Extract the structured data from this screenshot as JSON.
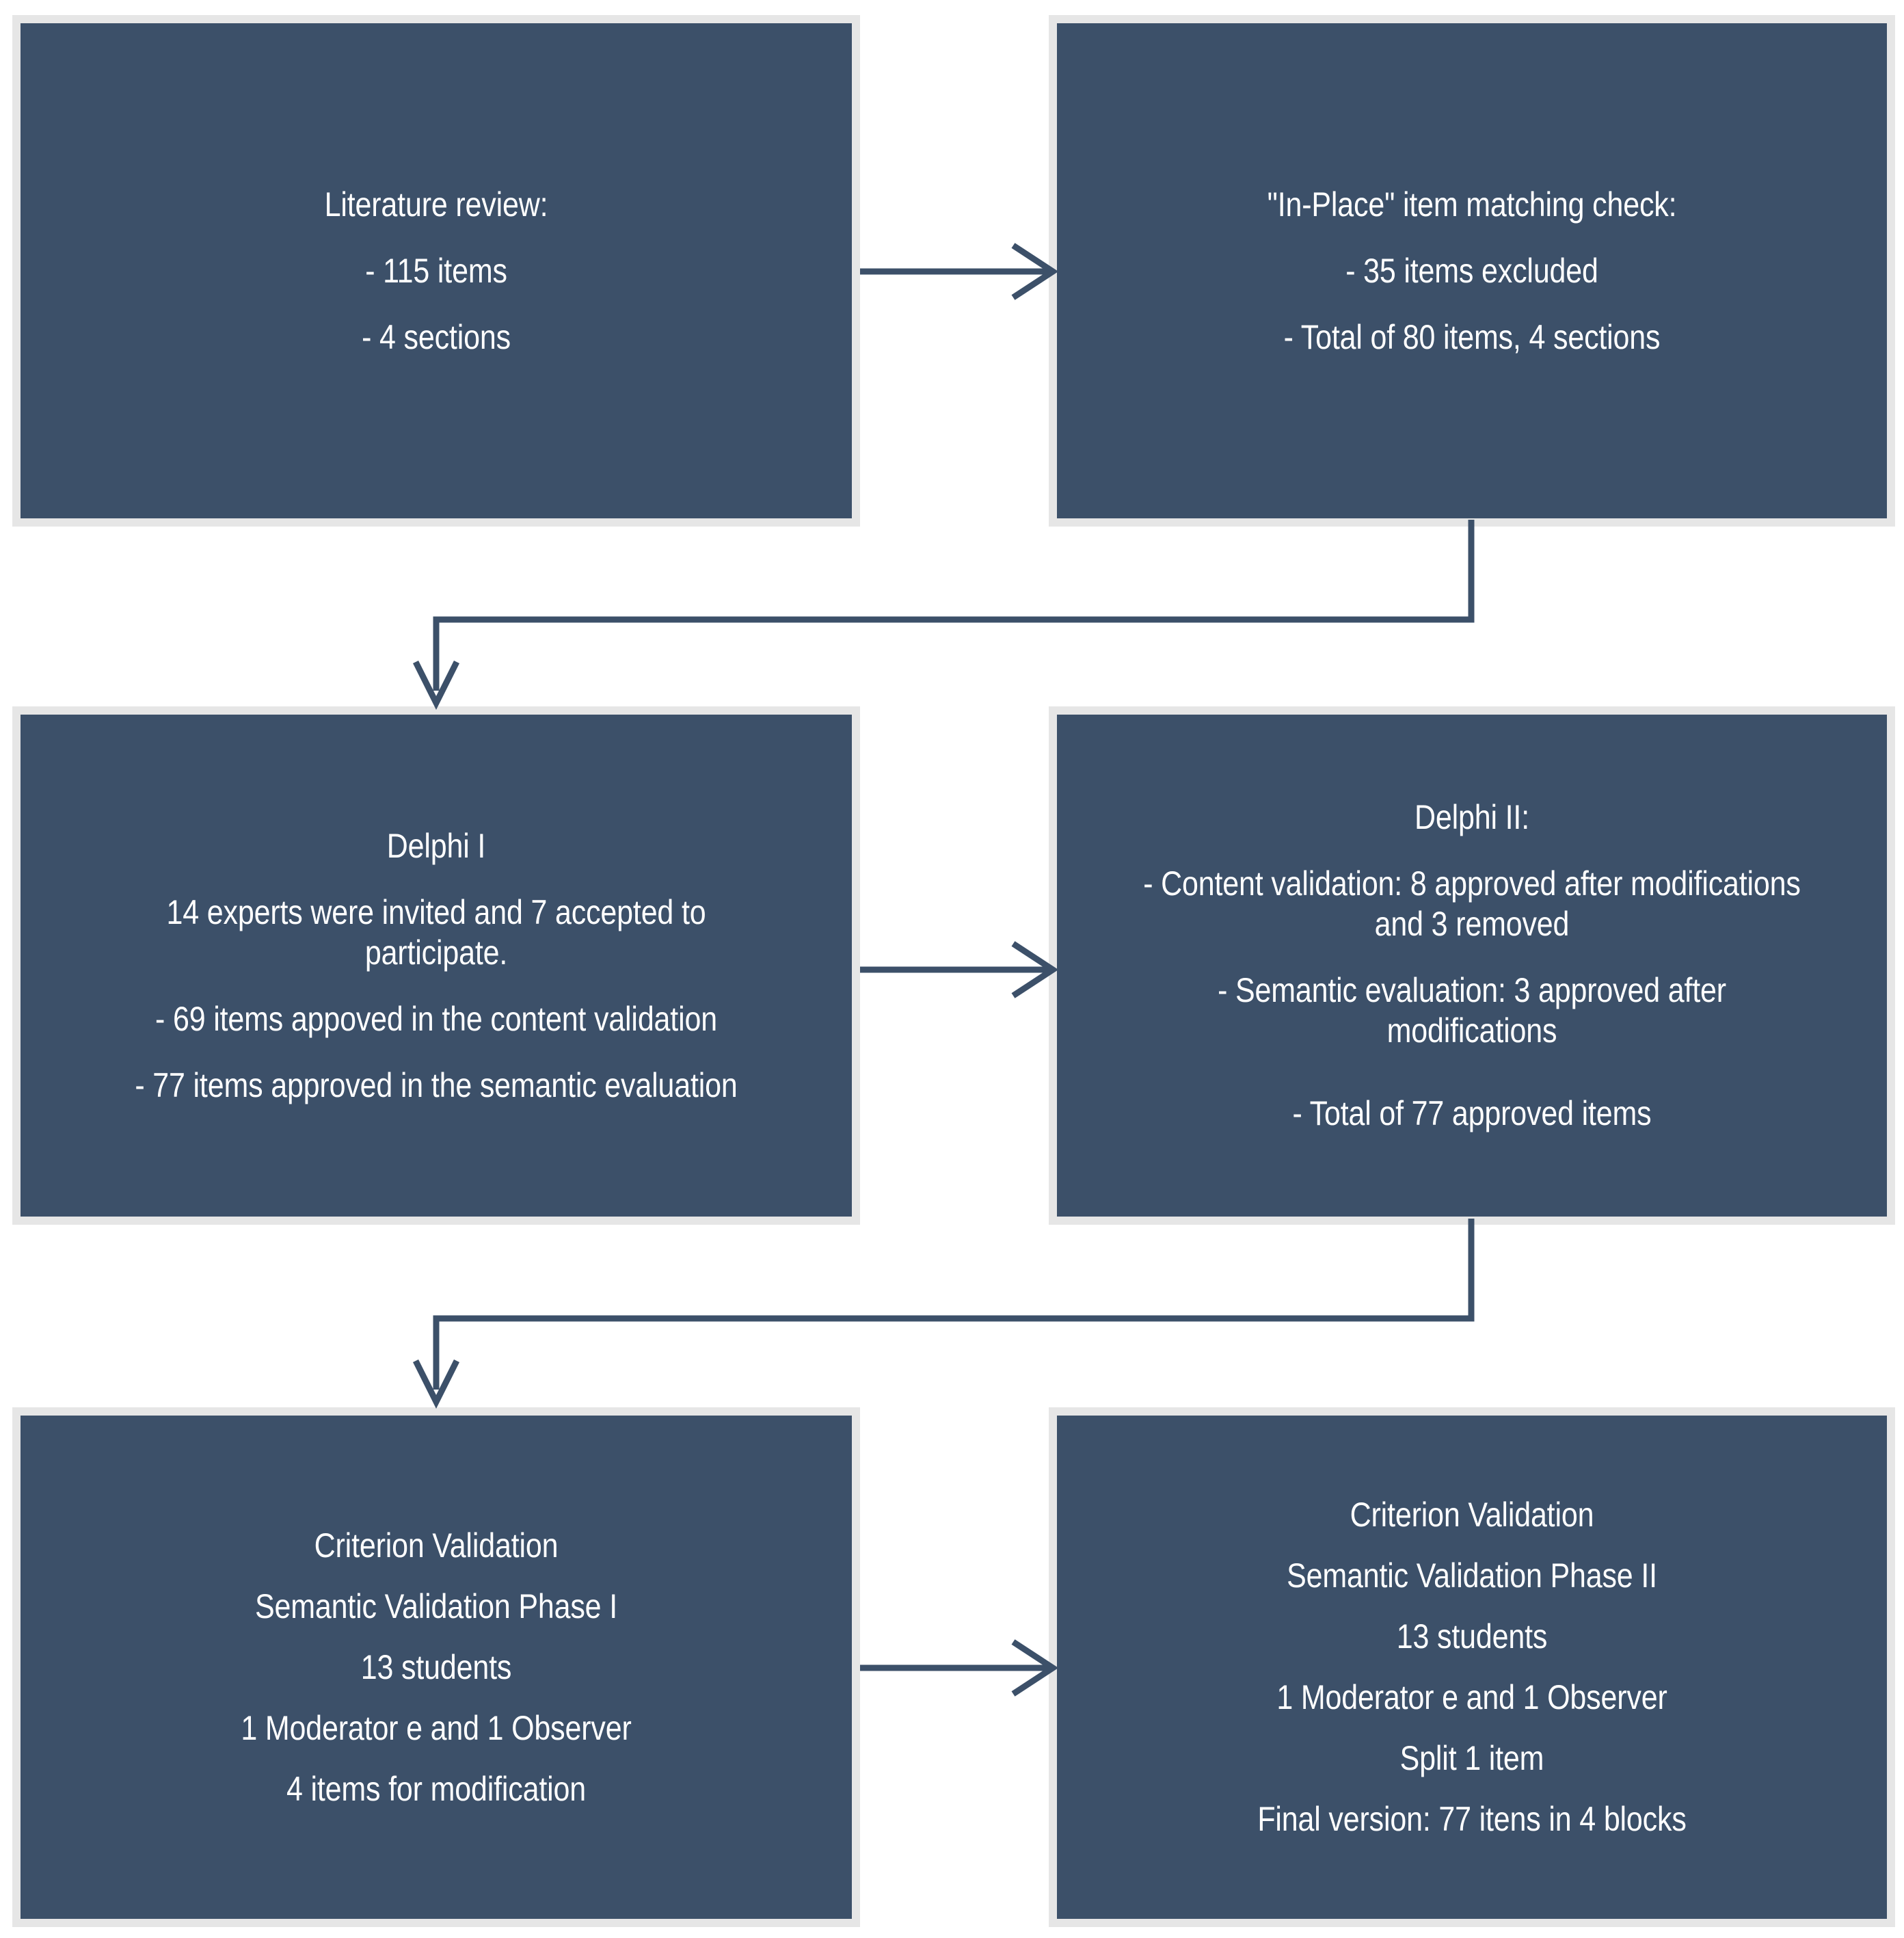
{
  "diagram": {
    "title": "Instrument development and validation flowchart",
    "colors": {
      "node_fill": "#3c5069",
      "node_border": "#e6e6e6",
      "connector": "#3c5069",
      "text": "#ffffff",
      "background": "#ffffff"
    },
    "nodes": [
      {
        "id": "literature-review",
        "row": 1,
        "column": "left",
        "lines": [
          "Literature review:",
          "- 115 items",
          "- 4 sections"
        ]
      },
      {
        "id": "in-place-check",
        "row": 1,
        "column": "right",
        "lines": [
          "\"In-Place\" item matching check:",
          "- 35 items excluded",
          "- Total of 80 items, 4 sections"
        ]
      },
      {
        "id": "delphi-1",
        "row": 2,
        "column": "left",
        "lines": [
          "Delphi I",
          "14 experts were invited and 7 accepted to participate.",
          "- 69 items appoved in the content validation",
          "- 77 items approved in the semantic evaluation"
        ]
      },
      {
        "id": "delphi-2",
        "row": 2,
        "column": "right",
        "lines": [
          "Delphi II:",
          "- Content validation: 8 approved after modifications and 3 removed",
          "- Semantic evaluation: 3 approved after modifications",
          "- Total  of 77 approved items"
        ]
      },
      {
        "id": "criterion-validation-phase-1",
        "row": 3,
        "column": "left",
        "lines": [
          "Criterion Validation",
          "Semantic Validation Phase I",
          "13 students",
          "1 Moderator e and 1 Observer",
          "4 items for modification"
        ]
      },
      {
        "id": "criterion-validation-phase-2",
        "row": 3,
        "column": "right",
        "lines": [
          "Criterion Validation",
          "Semantic Validation Phase II",
          "13 students",
          "1 Moderator e and 1 Observer",
          "Split 1 item",
          "Final version: 77 itens in 4 blocks"
        ]
      }
    ],
    "connectors": [
      {
        "id": "row1-left-to-right",
        "type": "arrow-right"
      },
      {
        "id": "row1-right-to-row2-left",
        "type": "elbow-down-left"
      },
      {
        "id": "row2-left-to-right",
        "type": "arrow-right"
      },
      {
        "id": "row2-right-to-row3-left",
        "type": "elbow-down-left"
      },
      {
        "id": "row3-left-to-right",
        "type": "arrow-right"
      }
    ]
  }
}
